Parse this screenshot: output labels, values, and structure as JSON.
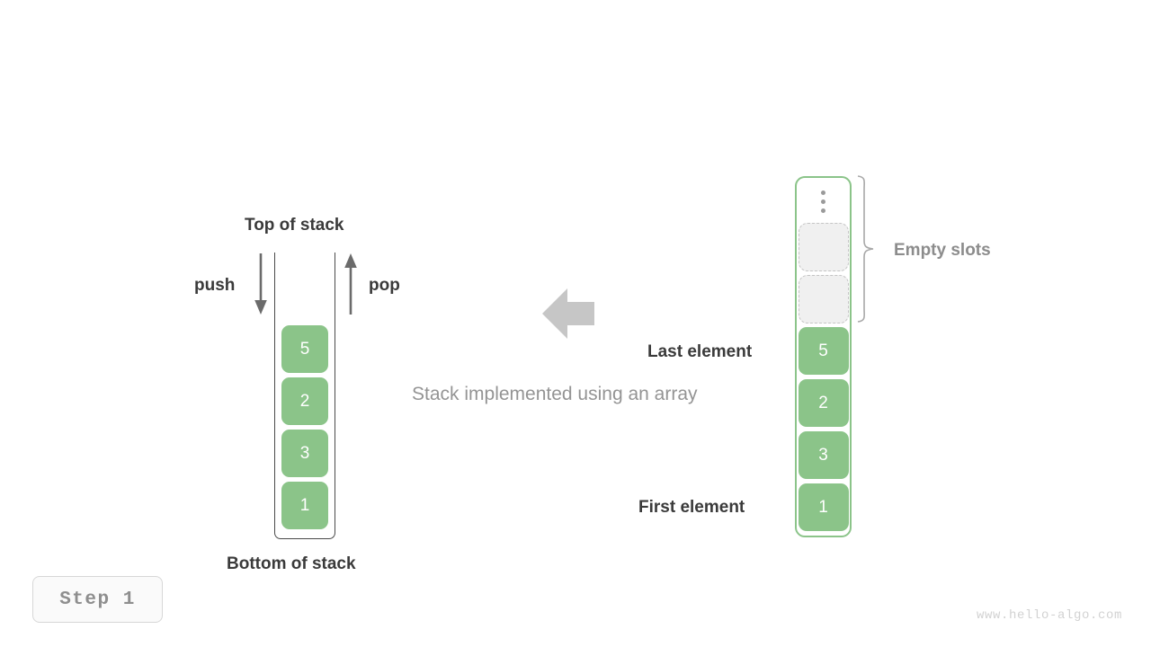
{
  "figure": {
    "caption": "Stack implemented using an array",
    "step_label": "Step 1",
    "watermark": "www.hello-algo.com"
  },
  "left_stack": {
    "top_label": "Top of stack",
    "bottom_label": "Bottom of stack",
    "push_label": "push",
    "pop_label": "pop",
    "push_icon": "arrow-down-icon",
    "pop_icon": "arrow-up-icon",
    "cells_top_to_bottom": [
      "5",
      "2",
      "3",
      "1"
    ]
  },
  "transform_arrow": {
    "icon": "arrow-left-block-icon",
    "direction": "left"
  },
  "right_array": {
    "empty_slots_label": "Empty slots",
    "last_element_label": "Last element",
    "first_element_label": "First element",
    "ellipsis_icon": "vertical-ellipsis-icon",
    "brace_icon": "curly-brace-right-icon",
    "empty_slot_count": 2,
    "cells_top_to_bottom": [
      "5",
      "2",
      "3",
      "1"
    ]
  },
  "colors": {
    "element_green": "#8bc489",
    "array_border_green": "#8bc489",
    "label_dark": "#3a3a3a",
    "label_gray": "#8c8c8c",
    "caption_gray": "#949494",
    "arrow_gray": "#c6c6c6",
    "empty_slot_fill": "#f0f0f0",
    "empty_slot_border": "#c4c4c4",
    "stack_border": "#4a4a4a"
  }
}
